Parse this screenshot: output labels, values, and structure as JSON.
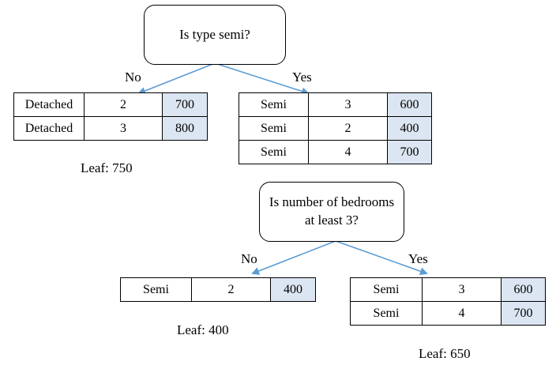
{
  "tree": {
    "root": {
      "question": "Is type semi?",
      "no_label": "No",
      "yes_label": "Yes",
      "no_table": [
        [
          "Detached",
          "2",
          "700"
        ],
        [
          "Detached",
          "3",
          "800"
        ]
      ],
      "yes_table": [
        [
          "Semi",
          "3",
          "600"
        ],
        [
          "Semi",
          "2",
          "400"
        ],
        [
          "Semi",
          "4",
          "700"
        ]
      ],
      "no_leaf": "Leaf: 750"
    },
    "second": {
      "question_line1": "Is number of bedrooms",
      "question_line2": "at least 3?",
      "no_label": "No",
      "yes_label": "Yes",
      "no_table": [
        [
          "Semi",
          "2",
          "400"
        ]
      ],
      "yes_table": [
        [
          "Semi",
          "3",
          "600"
        ],
        [
          "Semi",
          "4",
          "700"
        ]
      ],
      "no_leaf": "Leaf: 400",
      "yes_leaf": "Leaf: 650"
    }
  },
  "colors": {
    "arrow": "#5b9bd5",
    "value_cell": "#dce6f2"
  }
}
